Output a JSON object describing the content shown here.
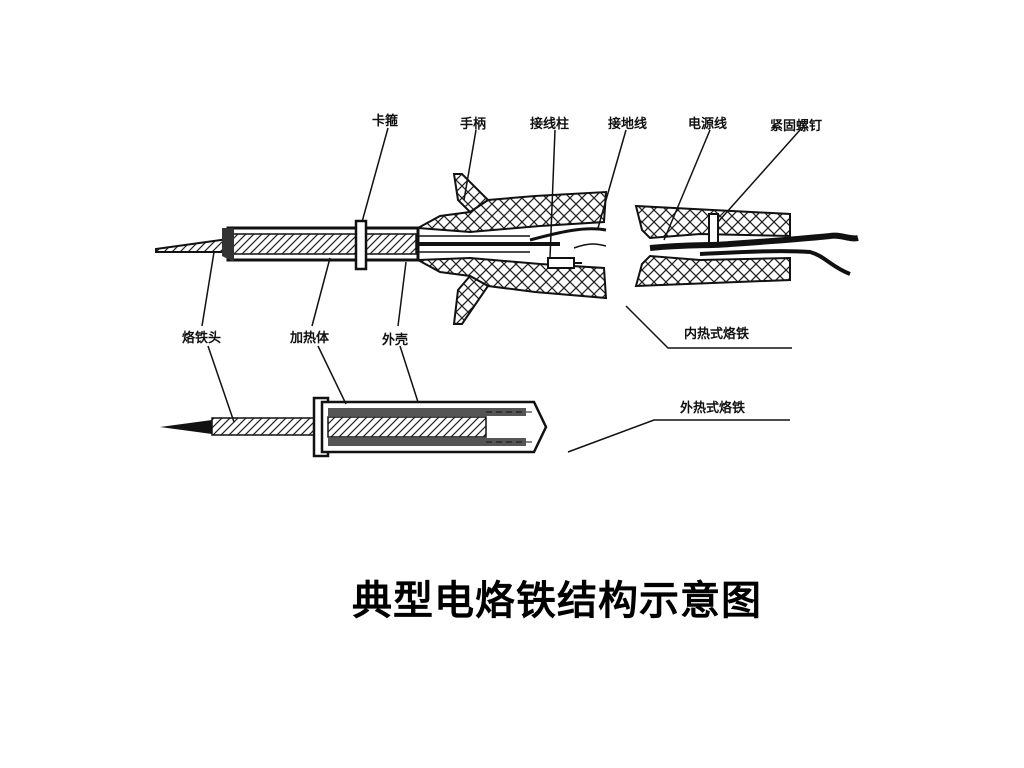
{
  "labels": {
    "clip": "卡箍",
    "handle": "手柄",
    "terminal_post": "接线柱",
    "ground_wire": "接地线",
    "power_cord": "电源线",
    "set_screw": "紧固螺钉",
    "tip": "烙铁头",
    "heater": "加热体",
    "shell": "外壳",
    "internal_type": "内热式烙铁",
    "external_type": "外热式烙铁"
  },
  "caption": "典型电烙铁结构示意图"
}
